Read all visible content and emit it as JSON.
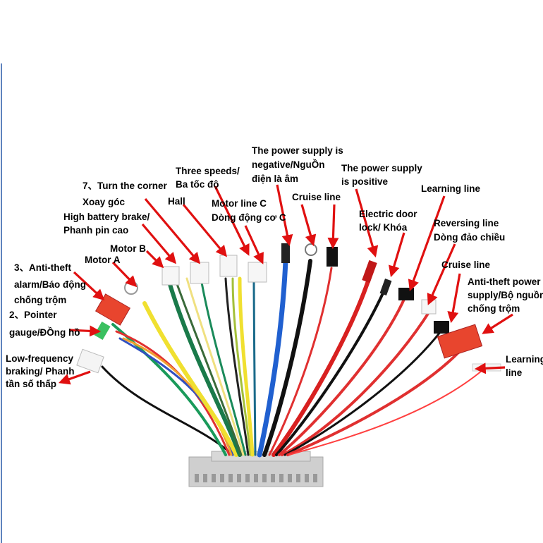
{
  "labels": {
    "power_neg_1": "The power supply is",
    "power_neg_2": "negative/NguỒn",
    "power_neg_3": "điện là âm",
    "power_pos_1": "The power supply",
    "power_pos_2": "is positive",
    "three_speeds_1": "Three speeds/",
    "three_speeds_2": "Ba tốc độ",
    "turn_corner_1": "7、Turn the corner",
    "turn_corner_2": "Xoay góc",
    "learning_top": "Learning line",
    "hall": "Hall",
    "motor_c_1": "Motor line C",
    "motor_c_2": "Dòng động cơ C",
    "cruise_top": "Cruise line",
    "high_batt_1": "High battery brake/",
    "high_batt_2": "Phanh pin cao",
    "door_lock_1": "Electric door",
    "door_lock_2": "lock/ Khóa",
    "reversing_1": "Reversing line",
    "reversing_2": "Dòng đảo chiều",
    "motor_b": "Motor B",
    "motor_a": "Motor A",
    "anti_theft_alarm_1": "3、Anti-theft",
    "anti_theft_alarm_2": "alarm/Báo động",
    "anti_theft_alarm_3": "chống trộm",
    "cruise_right": "Cruise line",
    "anti_power_1": "Anti-theft power",
    "anti_power_2": "supply/Bộ nguồn",
    "anti_power_3": "chống trộm",
    "pointer_1": "2、Pointer",
    "pointer_2": "gauge/ĐỒng hồ",
    "low_freq_1": "Low-frequency",
    "low_freq_2": "braking/  Phanh",
    "low_freq_3": "tần số thấp",
    "learning_right_1": "Learning",
    "learning_right_2": "line"
  },
  "colors": {
    "arrow": "#e01010",
    "text": "#000000",
    "controller_body": "#c9c9c9",
    "connector_red": "#e8452e"
  }
}
